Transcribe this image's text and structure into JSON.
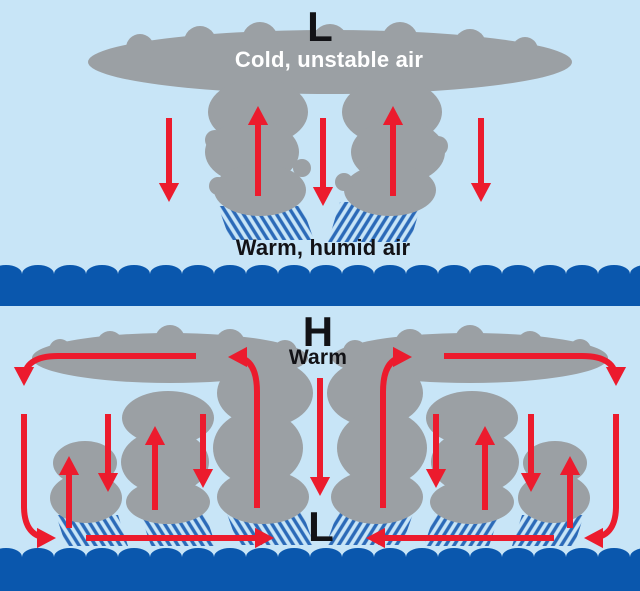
{
  "diagram": {
    "title": "Two-panel atmospheric convection diagram over the sea",
    "colors": {
      "sky": "#c8e5f7",
      "cloud": "#9ba0a4",
      "water": "#0a57ad",
      "arrow": "#ec1b2d",
      "rain": "#2b6ab8",
      "label_dark": "#121216",
      "label_light": "#ffffff"
    },
    "top_panel": {
      "pressure_label": "L",
      "upper_air_label": "Cold, unstable air",
      "lower_air_label": "Warm, humid air",
      "clouds": [
        "anvil cloud spanning panel",
        "left storm tower",
        "right storm tower"
      ],
      "rain": [
        "hatched rain under left tower",
        "hatched rain under right tower"
      ],
      "arrows": [
        {
          "direction": "down",
          "position": "far-left of clouds"
        },
        {
          "direction": "up",
          "position": "inside left tower"
        },
        {
          "direction": "down",
          "position": "between towers"
        },
        {
          "direction": "up",
          "position": "inside right tower"
        },
        {
          "direction": "down",
          "position": "far-right of clouds"
        }
      ]
    },
    "bottom_panel": {
      "pressure_high_label": "H",
      "warm_label": "Warm",
      "pressure_low_label": "L",
      "clouds": [
        "left large tower with anvil spreading left",
        "left medium cloud",
        "left small cloud",
        "right large tower with anvil spreading right",
        "right medium cloud",
        "right small cloud"
      ],
      "rain": [
        "under each of the six clouds"
      ],
      "arrows": [
        {
          "direction": "down",
          "position": "center, from Warm/H to L"
        },
        {
          "cell": "left",
          "loop": [
            "up near center",
            "leftward along anvil top",
            "down at far left",
            "rightward along surface"
          ]
        },
        {
          "cell": "right",
          "loop": [
            "up near center",
            "rightward along anvil top",
            "down at far right",
            "leftward along surface"
          ]
        },
        {
          "direction": "up/down pairs",
          "position": "inside left small and medium clouds"
        },
        {
          "direction": "up/down pairs",
          "position": "inside right small and medium clouds"
        }
      ]
    },
    "sea": {
      "middle_band": "wavy-topped sea strip separating the two panels",
      "bottom_band": "wavy-topped sea strip at the bottom edge"
    }
  }
}
